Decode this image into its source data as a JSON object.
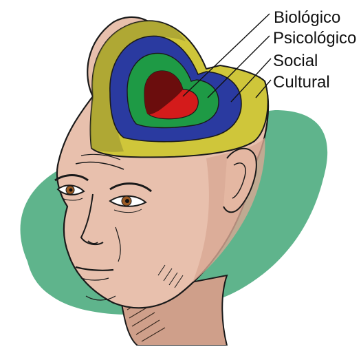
{
  "labels": {
    "biologico": "Biológico",
    "psicologico": "Psicológico",
    "social": "Social",
    "cultural": "Cultural"
  },
  "colors": {
    "background_blob": "#5fb48c",
    "skin": "#e8c0ad",
    "skin_shadow": "#cf9f8a",
    "cultural_layer": "#cfc63a",
    "social_layer": "#2a3aa0",
    "psicologico_layer": "#1e9a45",
    "biologico_layer": "#d41b1b",
    "biologico_core": "#6b0d0d",
    "ink": "#1a1a1a"
  }
}
